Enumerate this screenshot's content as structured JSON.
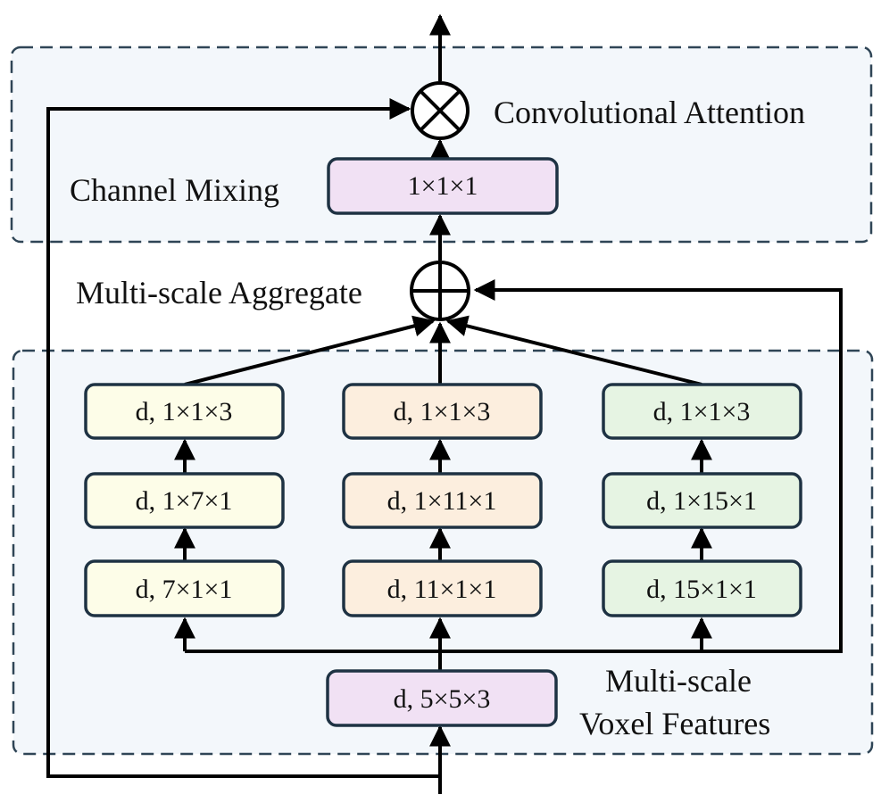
{
  "labels": {
    "convolutional_attention": "Convolutional Attention",
    "channel_mixing": "Channel Mixing",
    "multi_scale_aggregate": "Multi-scale Aggregate",
    "multi_scale_line1": "Multi-scale",
    "voxel_features_line2": "Voxel Features"
  },
  "blocks": {
    "channel_mixing_conv": "1×1×1",
    "input_conv": "d, 5×5×3"
  },
  "branches": [
    {
      "name": "branch-1",
      "color": "#FDFDE8",
      "layers": [
        "d, 7×1×1",
        "d, 1×7×1",
        "d, 1×1×3"
      ]
    },
    {
      "name": "branch-2",
      "color": "#FCEEDE",
      "layers": [
        "d, 11×1×1",
        "d, 1×11×1",
        "d, 1×1×3"
      ]
    },
    {
      "name": "branch-3",
      "color": "#E6F4E3",
      "layers": [
        "d, 15×1×1",
        "d, 1×15×1",
        "d, 1×1×3"
      ]
    }
  ],
  "colors": {
    "region_fill": "#F3F7FB",
    "region_border": "#2F4556",
    "purple_block": "#F1E1F4",
    "block_border": "#1E3243",
    "line": "#000000"
  },
  "icons": {
    "multiply": "circled-times-icon",
    "add": "circled-plus-icon"
  }
}
